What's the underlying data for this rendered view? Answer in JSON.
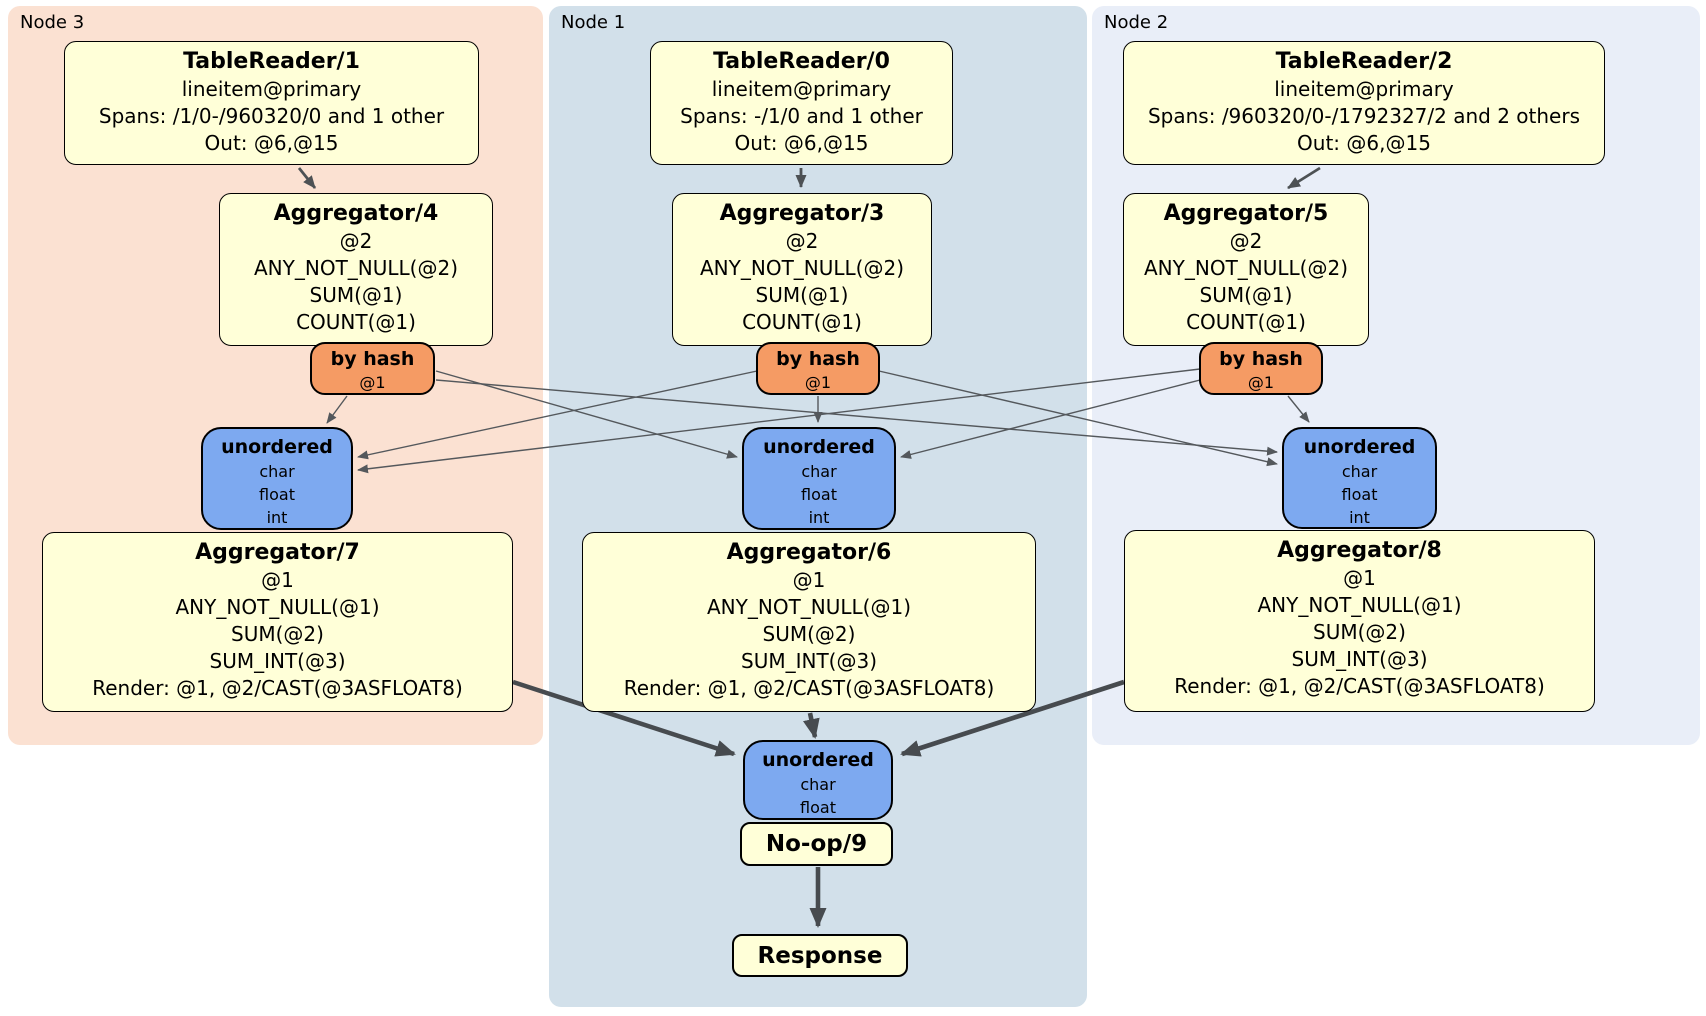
{
  "colors": {
    "node3_bg": "#fbe1d2",
    "node1_bg": "#d2e0ea",
    "node2_bg": "#e9eef8",
    "processor_bg": "#ffffd8",
    "router_bg": "#f59b64",
    "sync_bg": "#7da9f0",
    "edge_thin": "#54585c",
    "edge_thick": "#474b4f",
    "box_border": "#000000"
  },
  "groups": [
    {
      "label": "Node 3",
      "table_reader": {
        "title": "TableReader/1",
        "lines": [
          "lineitem@primary",
          "Spans: /1/0-/960320/0 and 1 other",
          "Out: @6,@15"
        ]
      },
      "aggregator_top": {
        "title": "Aggregator/4",
        "lines": [
          "@2",
          "ANY_NOT_NULL(@2)",
          "SUM(@1)",
          "COUNT(@1)"
        ]
      },
      "hash_router": {
        "title": "by hash",
        "lines": [
          "@1"
        ]
      },
      "sync": {
        "title": "unordered",
        "lines": [
          "char",
          "float",
          "int"
        ]
      },
      "aggregator_bottom": {
        "title": "Aggregator/7",
        "lines": [
          "@1",
          "ANY_NOT_NULL(@1)",
          "SUM(@2)",
          "SUM_INT(@3)",
          "Render: @1, @2/CAST(@3ASFLOAT8)"
        ]
      }
    },
    {
      "label": "Node 1",
      "table_reader": {
        "title": "TableReader/0",
        "lines": [
          "lineitem@primary",
          "Spans: -/1/0 and 1 other",
          "Out: @6,@15"
        ]
      },
      "aggregator_top": {
        "title": "Aggregator/3",
        "lines": [
          "@2",
          "ANY_NOT_NULL(@2)",
          "SUM(@1)",
          "COUNT(@1)"
        ]
      },
      "hash_router": {
        "title": "by hash",
        "lines": [
          "@1"
        ]
      },
      "sync": {
        "title": "unordered",
        "lines": [
          "char",
          "float",
          "int"
        ]
      },
      "aggregator_bottom": {
        "title": "Aggregator/6",
        "lines": [
          "@1",
          "ANY_NOT_NULL(@1)",
          "SUM(@2)",
          "SUM_INT(@3)",
          "Render: @1, @2/CAST(@3ASFLOAT8)"
        ]
      }
    },
    {
      "label": "Node 2",
      "table_reader": {
        "title": "TableReader/2",
        "lines": [
          "lineitem@primary",
          "Spans: /960320/0-/1792327/2 and 2 others",
          "Out: @6,@15"
        ]
      },
      "aggregator_top": {
        "title": "Aggregator/5",
        "lines": [
          "@2",
          "ANY_NOT_NULL(@2)",
          "SUM(@1)",
          "COUNT(@1)"
        ]
      },
      "hash_router": {
        "title": "by hash",
        "lines": [
          "@1"
        ]
      },
      "sync": {
        "title": "unordered",
        "lines": [
          "char",
          "float",
          "int"
        ]
      },
      "aggregator_bottom": {
        "title": "Aggregator/8",
        "lines": [
          "@1",
          "ANY_NOT_NULL(@1)",
          "SUM(@2)",
          "SUM_INT(@3)",
          "Render: @1, @2/CAST(@3ASFLOAT8)"
        ]
      }
    }
  ],
  "final_stage": {
    "sync": {
      "title": "unordered",
      "lines": [
        "char",
        "float"
      ]
    },
    "noop": {
      "title": "No-op/9"
    },
    "response": {
      "title": "Response"
    }
  }
}
